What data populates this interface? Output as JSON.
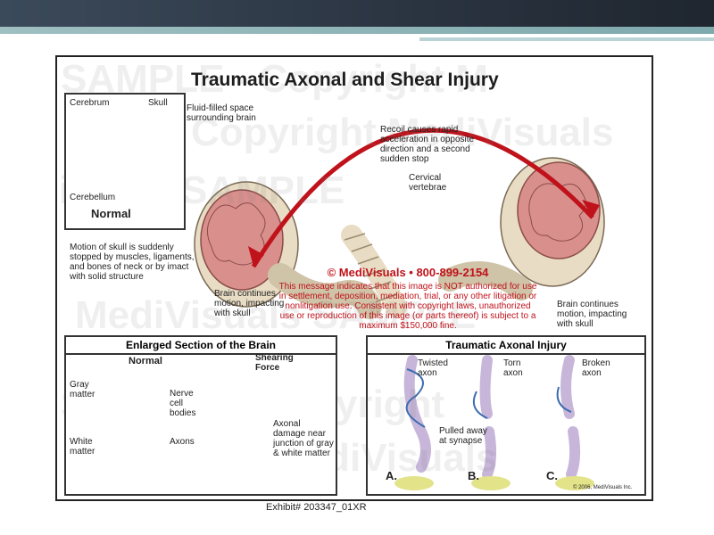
{
  "slide": {
    "exhibit_label": "Exhibit# 203347_01XR"
  },
  "figure": {
    "title": "Traumatic Axonal and Shear Injury",
    "watermark": {
      "lines": [
        "SAMPLE - Copyright M",
        "Copyright MediVisuals",
        "isuals SAMPLE",
        "MediVisuals SAMPLE",
        "SAMPLE - Copyright",
        "Copyright MediVisuals"
      ]
    },
    "normal_panel": {
      "cerebrum": "Cerebrum",
      "skull": "Skull",
      "fluid": "Fluid-filled space surrounding brain",
      "cerebellum": "Cerebellum",
      "caption": "Normal"
    },
    "motion_note": "Motion of skull is suddenly stopped by muscles, ligaments, and bones of neck or by imact with solid structure",
    "recoil_note": "Recoil causes rapid acceleration in opposite direction and a second sudden stop",
    "cervical": "Cervical vertebrae",
    "brain_left": "Brain continues motion, impacting with skull",
    "brain_right": "Brain continues motion, impacting with skull",
    "copyright": {
      "company": "© MediVisuals • 800-899-2154",
      "message": "This message indicates that this image is NOT authorized for use in settlement, deposition, mediation, trial, or any other litigation or nonlitigation use. Consistent with copyright laws, unauthorized use or reproduction of this image (or parts thereof) is subject to a maximum $150,000 fine."
    },
    "enlarged": {
      "title": "Enlarged Section of the Brain",
      "normal": "Normal",
      "shearing": "Shearing Force",
      "gray_matter": "Gray matter",
      "nerve_cell": "Nerve cell bodies",
      "axons": "Axons",
      "white_matter": "White matter",
      "axonal_damage": "Axonal damage near junction of gray & white matter"
    },
    "tai": {
      "title": "Traumatic Axonal Injury",
      "twisted": "Twisted axon",
      "torn": "Torn axon",
      "broken": "Broken axon",
      "pulled": "Pulled away at synapse",
      "a": "A.",
      "b": "B.",
      "c": "C.",
      "credit": "© 2006, MediVisuals Inc."
    },
    "colors": {
      "brain_pink": "#d9908c",
      "bone": "#e8dcc4",
      "red_arrow": "#c0121b",
      "axon_lavender": "#c7b6d9",
      "synapse_yellow": "#e3e38a",
      "twist_blue": "#3e6db0"
    }
  }
}
